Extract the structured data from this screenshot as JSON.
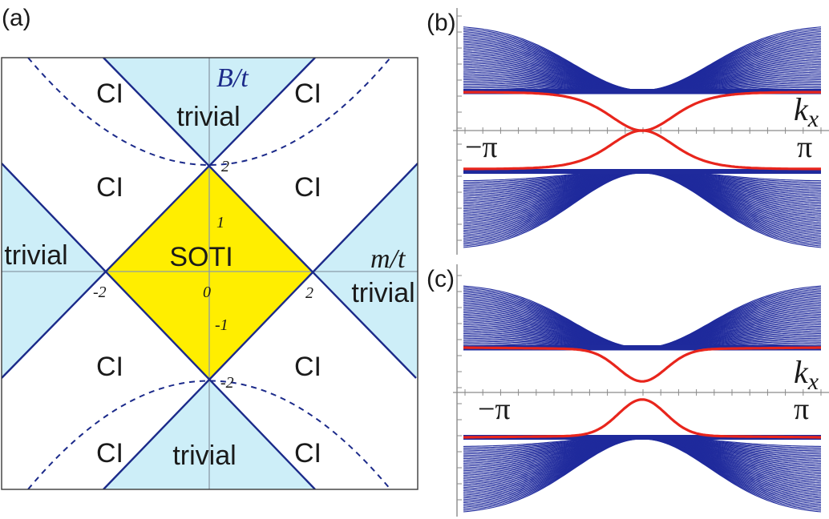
{
  "panel_a": {
    "label": "(a)",
    "axis_y_label": "B/t",
    "axis_x_label": "m/t",
    "tick_labels": {
      "y_top": "2",
      "y_one": "1",
      "origin": "0",
      "y_minus_one": "-1",
      "y_bottom": "-2",
      "x_left": "-2",
      "x_right": "2"
    },
    "regions": {
      "center": "SOTI",
      "top": "trivial",
      "bottom": "trivial",
      "left": "trivial",
      "right": "trivial",
      "ci": "CI"
    },
    "colors": {
      "soti_fill": "#ffee00",
      "trivial_fill": "#cdeef8",
      "boundary": "#1b2a8a",
      "axis": "#8a9aa8"
    }
  },
  "panel_b": {
    "label": "(b)",
    "axis_label_k": "k",
    "axis_label_k_sub": "x",
    "tick_left": "−π",
    "tick_right": "π",
    "gapless_edge_states": true
  },
  "panel_c": {
    "label": "(c)",
    "axis_label_k": "k",
    "axis_label_k_sub": "x",
    "tick_left": "−π",
    "tick_right": "π",
    "gapless_edge_states": false
  },
  "colors": {
    "bulk_bands": "#1f2a9c",
    "edge_states": "#e8251c"
  }
}
